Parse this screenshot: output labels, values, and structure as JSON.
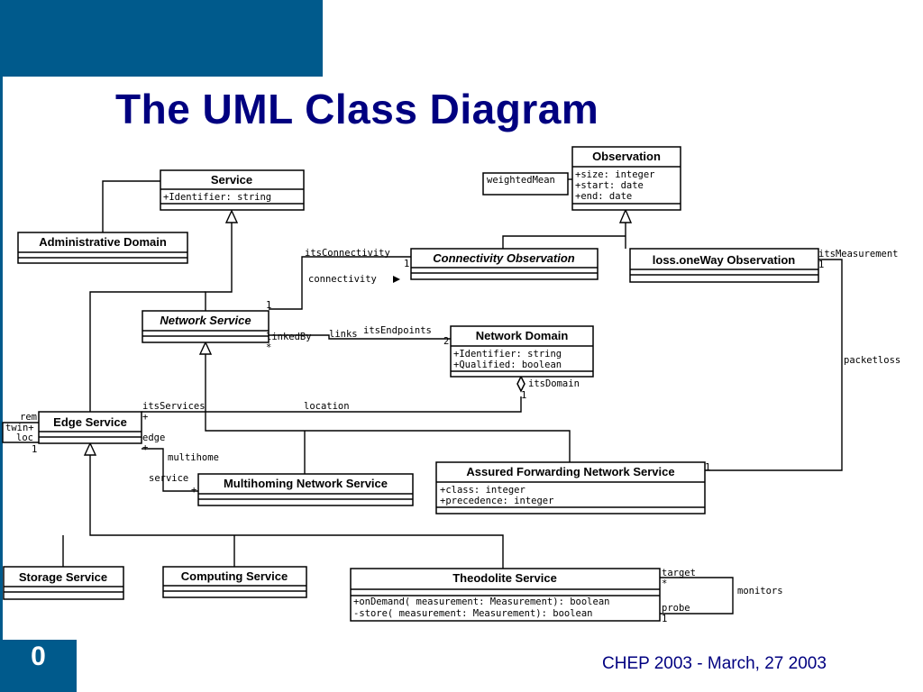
{
  "slide": {
    "title": "The UML Class Diagram",
    "slide_number": "0",
    "footer": "CHEP 2003 - March, 27 2003"
  },
  "diagram": {
    "classes": {
      "service": {
        "name": "Service",
        "attributes": [
          "+Identifier: string"
        ]
      },
      "administrative_domain": {
        "name": "Administrative Domain"
      },
      "network_service": {
        "name": "Network Service"
      },
      "edge_service": {
        "name": "Edge Service"
      },
      "multihoming": {
        "name": "Multihoming Network Service"
      },
      "network_domain": {
        "name": "Network Domain",
        "attributes": [
          "+Identifier: string",
          "+Qualified: boolean"
        ]
      },
      "observation": {
        "name": "Observation",
        "attributes": [
          "+size: integer",
          "+start: date",
          "+end: date"
        ]
      },
      "connectivity_observation": {
        "name": "Connectivity Observation"
      },
      "loss_observation": {
        "name": "loss.oneWay Observation"
      },
      "assured_forwarding": {
        "name": "Assured Forwarding Network Service",
        "attributes": [
          "+class: integer",
          "+precedence: integer"
        ]
      },
      "storage_service": {
        "name": "Storage Service"
      },
      "computing_service": {
        "name": "Computing Service"
      },
      "theodolite_service": {
        "name": "Theodolite Service",
        "attributes": [
          "+onDemand( measurement: Measurement): boolean",
          "-store( measurement: Measurement): boolean"
        ]
      }
    },
    "weighted_mean": "weightedMean",
    "labels": {
      "its_connectivity": "itsConnectivity",
      "connectivity": "connectivity",
      "conn_mult": "1",
      "its_measurement": "itsMeasurement",
      "its_measurement_mult": "1",
      "packetloss": "packetloss",
      "ns_mult_top": "1",
      "linked_by": "linkedBy",
      "linked_by_mult": "*",
      "links": "links",
      "its_endpoints": "itsEndpoints",
      "endpoints_mult": "2",
      "its_domain": "itsDomain",
      "its_domain_mult": "1",
      "its_services": "itsServices",
      "its_services_mult": "+",
      "location": "location",
      "edge": "edge",
      "edge_mult": "+",
      "multihome": "multihome",
      "service_label": "service",
      "service_mult": "+",
      "rem": "rem",
      "twin": "twin+",
      "loc": "loc",
      "edge_left_mult": "1",
      "af_mult": "1",
      "target": "target",
      "target_mult": "*",
      "monitors": "monitors",
      "probe": "probe",
      "probe_mult": "1"
    }
  }
}
